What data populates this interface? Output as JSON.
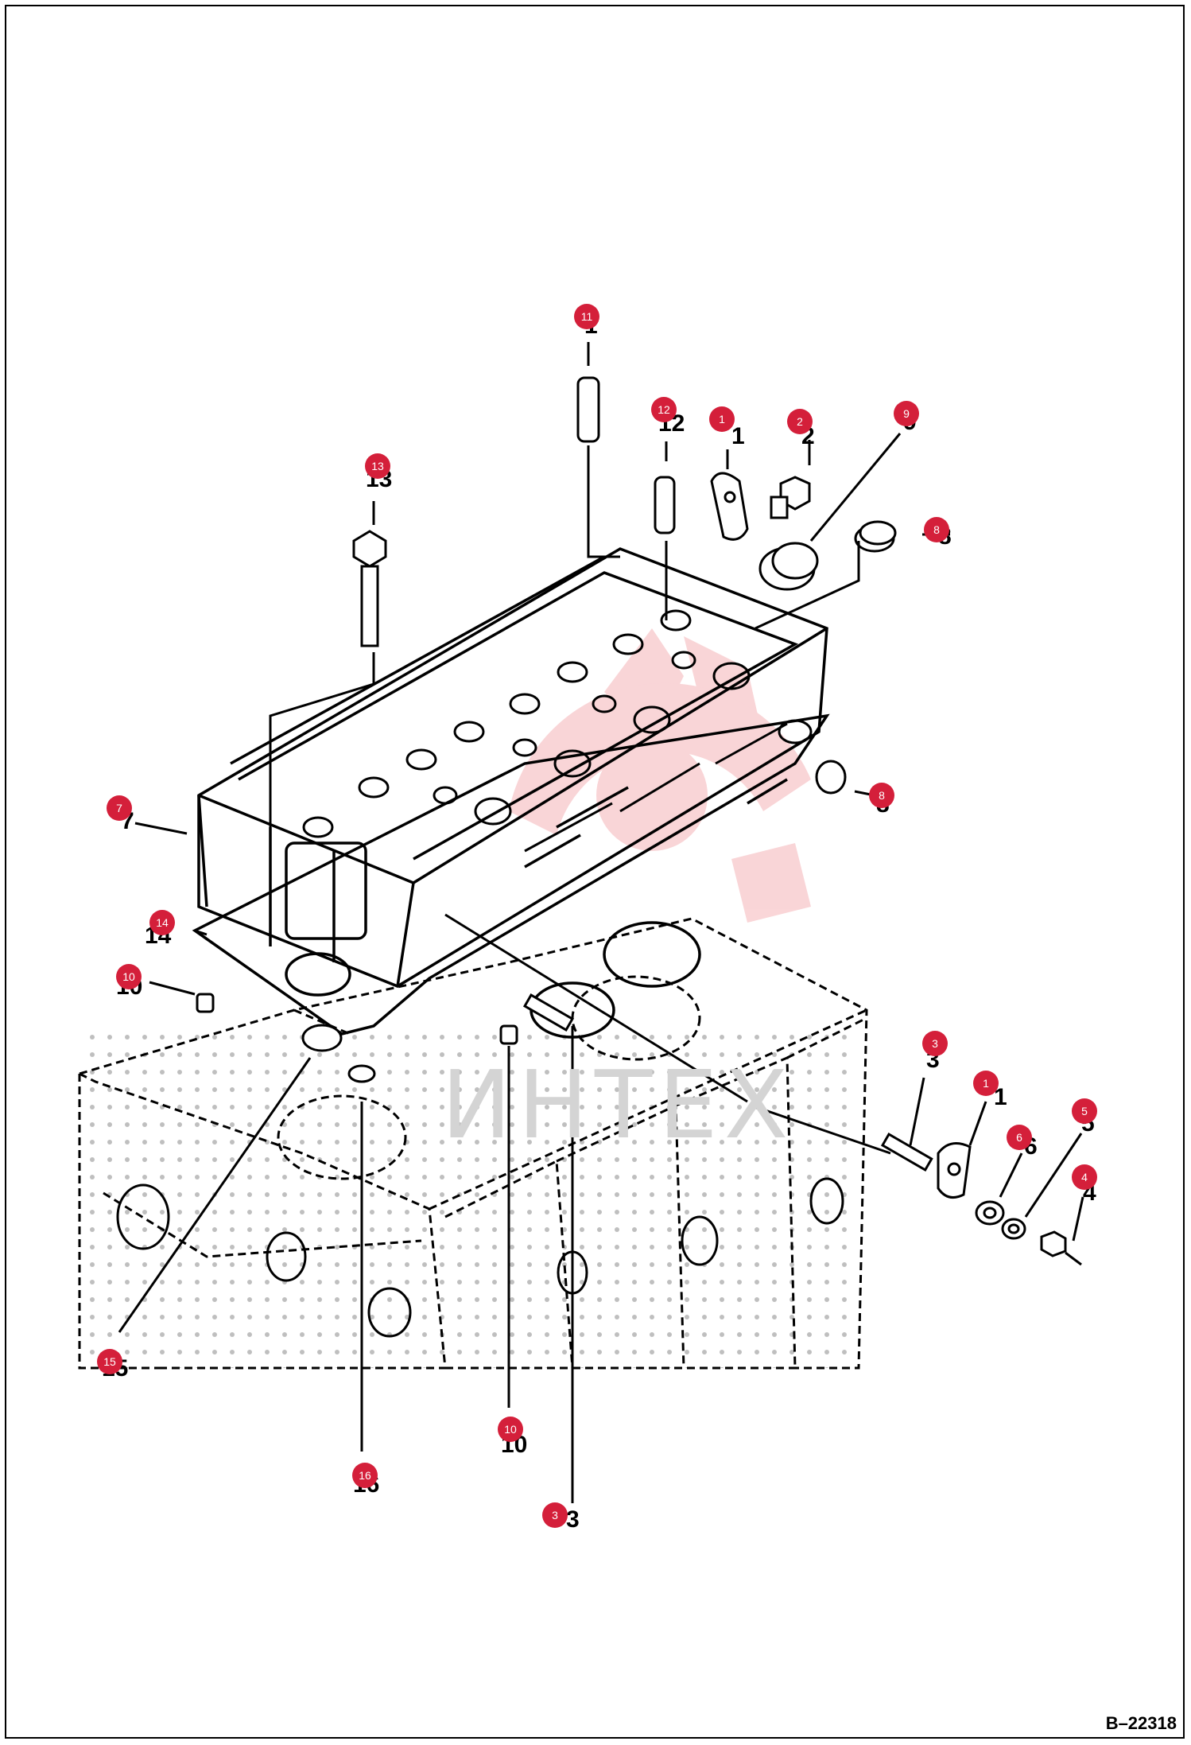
{
  "diagram": {
    "code": "B–22318",
    "watermark": "ИНТЕХ",
    "callouts": [
      {
        "id": "c11",
        "label": "11"
      },
      {
        "id": "c12",
        "label": "12"
      },
      {
        "id": "c1a",
        "label": "1"
      },
      {
        "id": "c2",
        "label": "2"
      },
      {
        "id": "c9",
        "label": "9"
      },
      {
        "id": "c13",
        "label": "13"
      },
      {
        "id": "c8a",
        "label": "8"
      },
      {
        "id": "c8b",
        "label": "8"
      },
      {
        "id": "c7",
        "label": "7"
      },
      {
        "id": "c14",
        "label": "14"
      },
      {
        "id": "c10a",
        "label": "10"
      },
      {
        "id": "c3a",
        "label": "3"
      },
      {
        "id": "c1b",
        "label": "1"
      },
      {
        "id": "c6",
        "label": "6"
      },
      {
        "id": "c5",
        "label": "5"
      },
      {
        "id": "c4",
        "label": "4"
      },
      {
        "id": "c15",
        "label": "15"
      },
      {
        "id": "c10b",
        "label": "10"
      },
      {
        "id": "c16",
        "label": "16"
      },
      {
        "id": "c3b",
        "label": "3"
      }
    ],
    "ghost_numbers": {
      "g11": "1",
      "g12": "12",
      "g13": "13",
      "g14": "14",
      "g10a": "10",
      "g10b": "10",
      "g16": "16",
      "g15": "15",
      "g3": "3",
      "g1a": "1",
      "g8a": "8",
      "g8b": "8",
      "g7": "7",
      "g3b": "3",
      "g1b": "1",
      "g6": "6",
      "g5": "5",
      "g4": "4",
      "g2": "2",
      "g9": "9"
    }
  }
}
